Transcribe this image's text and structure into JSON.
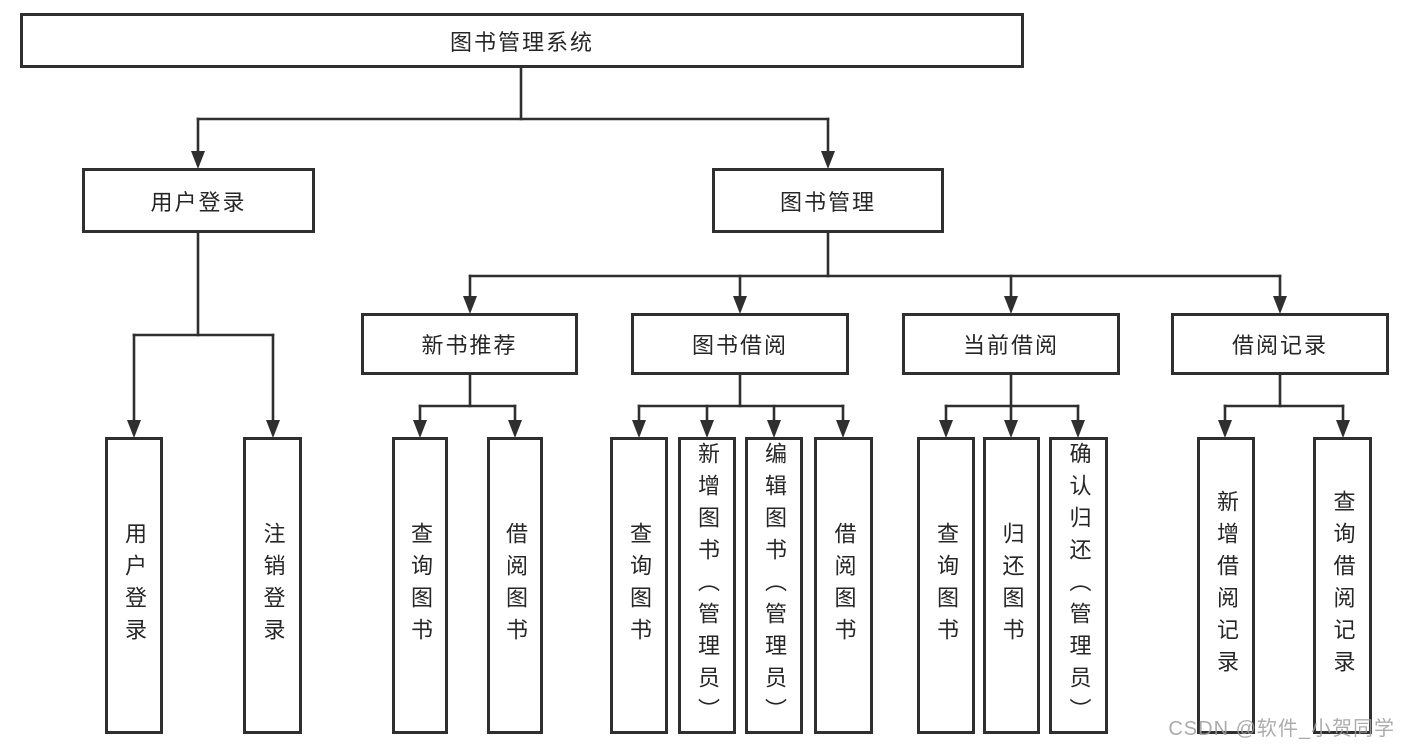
{
  "diagram": {
    "title": "图书管理系统",
    "level2": {
      "user_login": "用户登录",
      "book_mgmt": "图书管理"
    },
    "level3": {
      "new_book_rec": "新书推荐",
      "book_borrow": "图书借阅",
      "current_borrow": "当前借阅",
      "borrow_record": "借阅记录"
    },
    "leaves": {
      "login": "用户登录",
      "logout": "注销登录",
      "rec_query_book": "查询图书",
      "rec_borrow_book": "借阅图书",
      "bb_query_book": "查询图书",
      "bb_add_book": "新增图书（管理员）",
      "bb_edit_book": "编辑图书（管理员）",
      "bb_borrow_book": "借阅图书",
      "cb_query_book": "查询图书",
      "cb_return_book": "归还图书",
      "cb_confirm_return": "确认归还（管理员）",
      "br_add_record": "新增借阅记录",
      "br_query_record": "查询借阅记录"
    }
  },
  "watermark": "CSDN @软件_小贺同学",
  "colors": {
    "line": "#2f2f2f",
    "box_border": "#2f2f2f",
    "text": "#262626",
    "watermark": "#9e9e9e",
    "background": "#ffffff"
  }
}
